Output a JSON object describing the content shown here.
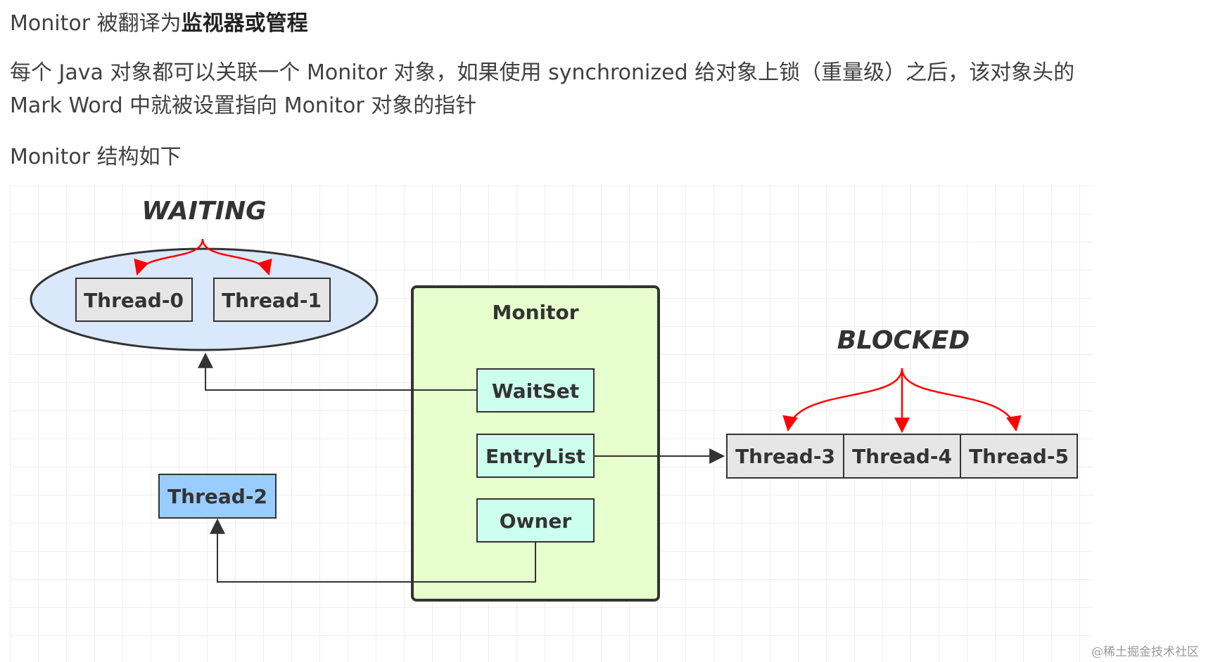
{
  "text": {
    "heading_prefix": "Monitor 被翻译为",
    "heading_bold": "监视器或管程",
    "para1": "每个 Java 对象都可以关联一个 Monitor 对象，如果使用 synchronized 给对象上锁（重量级）之后，该对象头的",
    "para2": "Mark Word 中就被设置指向 Monitor 对象的指针",
    "structure": "Monitor 结构如下"
  },
  "diagram": {
    "waiting_label": "WAITING",
    "blocked_label": "BLOCKED",
    "monitor_title": "Monitor",
    "waitset": "WaitSet",
    "entrylist": "EntryList",
    "owner": "Owner",
    "waiting_threads": [
      "Thread-0",
      "Thread-1"
    ],
    "blocked_threads": [
      "Thread-3",
      "Thread-4",
      "Thread-5"
    ],
    "owner_thread": "Thread-2",
    "colors": {
      "grid": "#eaeaea",
      "ellipse_fill": "#dae8fc",
      "thread_fill": "#e6e6e6",
      "owner_thread_fill": "#99ccff",
      "monitor_fill": "#e6ffcc",
      "inner_fill": "#ccffee",
      "red_arrow": "#ff0000",
      "stroke": "#333333"
    }
  },
  "attribution": "@稀土掘金技术社区"
}
